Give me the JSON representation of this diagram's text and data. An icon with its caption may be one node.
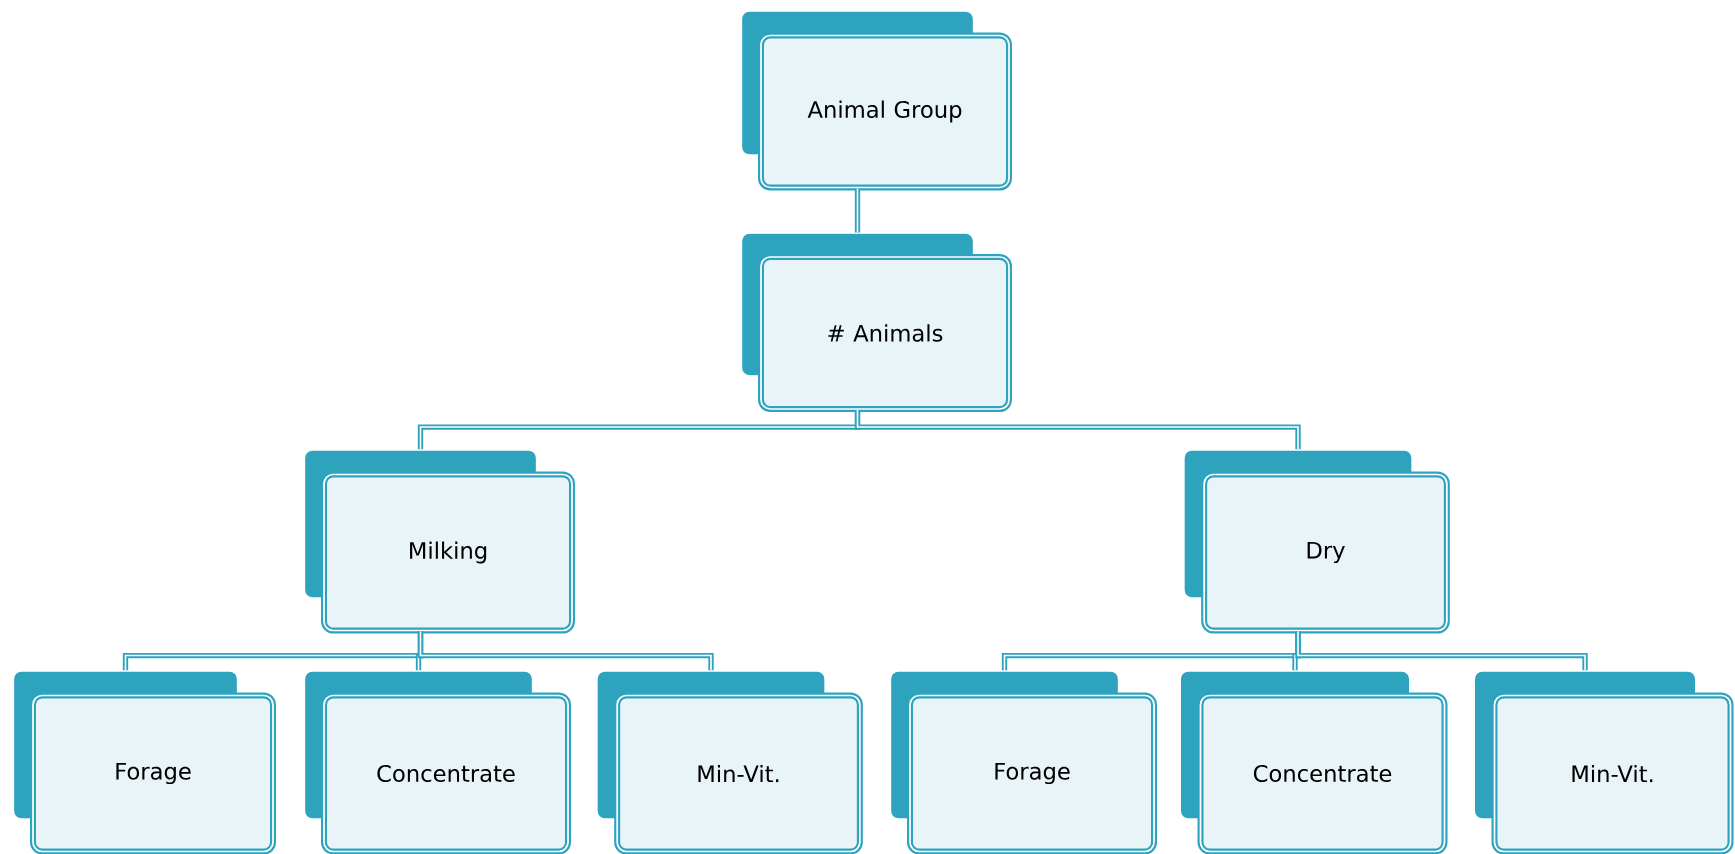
{
  "diagram": {
    "nodes": [
      {
        "text": [
          "Animal Group"
        ]
      },
      {
        "text": [
          "# Animals"
        ]
      },
      {
        "text": [
          "Milking"
        ]
      },
      {
        "text": [
          "Dry"
        ]
      },
      {
        "text": [
          "Forage"
        ]
      },
      {
        "text": [
          "Concentrate"
        ]
      },
      {
        "text": [
          "Min-Vit."
        ]
      },
      {
        "text": [
          "Forage"
        ]
      },
      {
        "text": [
          "Concentrate"
        ]
      },
      {
        "text": [
          "Min-Vit."
        ]
      }
    ],
    "edges": [
      {
        "from": 0,
        "to": 1,
        "arrow": "none"
      },
      {
        "from": 1,
        "to": 2,
        "arrow": "none"
      },
      {
        "from": 1,
        "to": 3,
        "arrow": "none"
      },
      {
        "from": 2,
        "to": 4,
        "arrow": "none"
      },
      {
        "from": 2,
        "to": 5,
        "arrow": "none"
      },
      {
        "from": 2,
        "to": 6,
        "arrow": "none"
      },
      {
        "from": 3,
        "to": 7,
        "arrow": "none"
      },
      {
        "from": 3,
        "to": 8,
        "arrow": "none"
      },
      {
        "from": 3,
        "to": 9,
        "arrow": "none"
      }
    ]
  }
}
